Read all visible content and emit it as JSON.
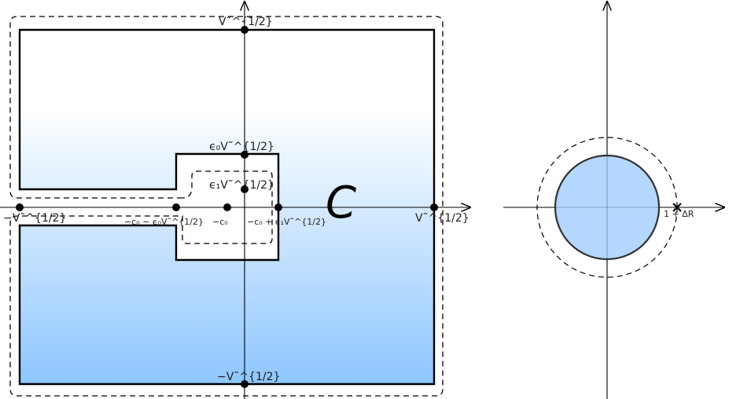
{
  "left_figure": {
    "contour_label": "C",
    "points": {
      "top": "V˜^{1/2}",
      "bottom": "−V˜^{1/2}",
      "left": "−V˜^{1/2}",
      "right": "V˜^{1/2}",
      "inner_top": "ϵ₀V˜^{1/2}",
      "inner_center": "ϵ₁V˜^{1/2}",
      "inner_left": "−c₀ − ϵ₀V˜^{1/2}",
      "inner_mid": "−c₀",
      "inner_right": "−c₀ + ϵ₁V˜^{1/2}"
    }
  },
  "right_figure": {
    "marker_label": "1 + ΔR"
  },
  "colors": {
    "gradient_top": "#ffffff",
    "gradient_bottom": "#8ec6ff",
    "disk_fill": "#b3d7ff",
    "stroke": "#000000"
  }
}
